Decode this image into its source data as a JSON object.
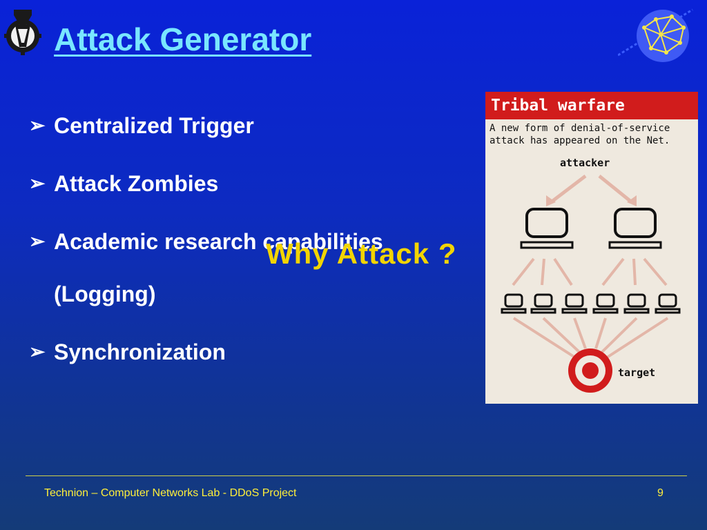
{
  "slide": {
    "title": "Attack Generator",
    "bullets": [
      {
        "text": "Centralized Trigger"
      },
      {
        "text": "Attack Zombies"
      },
      {
        "text": "Academic research capabilities",
        "continuation": "(Logging)"
      },
      {
        "text": "Synchronization"
      }
    ],
    "bullet_glyph": "➢",
    "overlay_text": "Why Attack ?"
  },
  "figure": {
    "heading": "Tribal warfare",
    "caption_line1": "A new form of denial-of-service",
    "caption_line2": "attack has appeared on the Net.",
    "attacker_label": "attacker",
    "target_label": "target"
  },
  "footer": {
    "text": "Technion – Computer Networks Lab - DDoS Project",
    "page_number": "9"
  },
  "colors": {
    "title": "#79e6ff",
    "overlay": "#f2d400",
    "footer": "#ffef3a",
    "figure_header": "#d11c1c"
  },
  "icons": [
    "technion-logo-icon",
    "network-globe-icon",
    "computer-icon",
    "target-icon"
  ]
}
